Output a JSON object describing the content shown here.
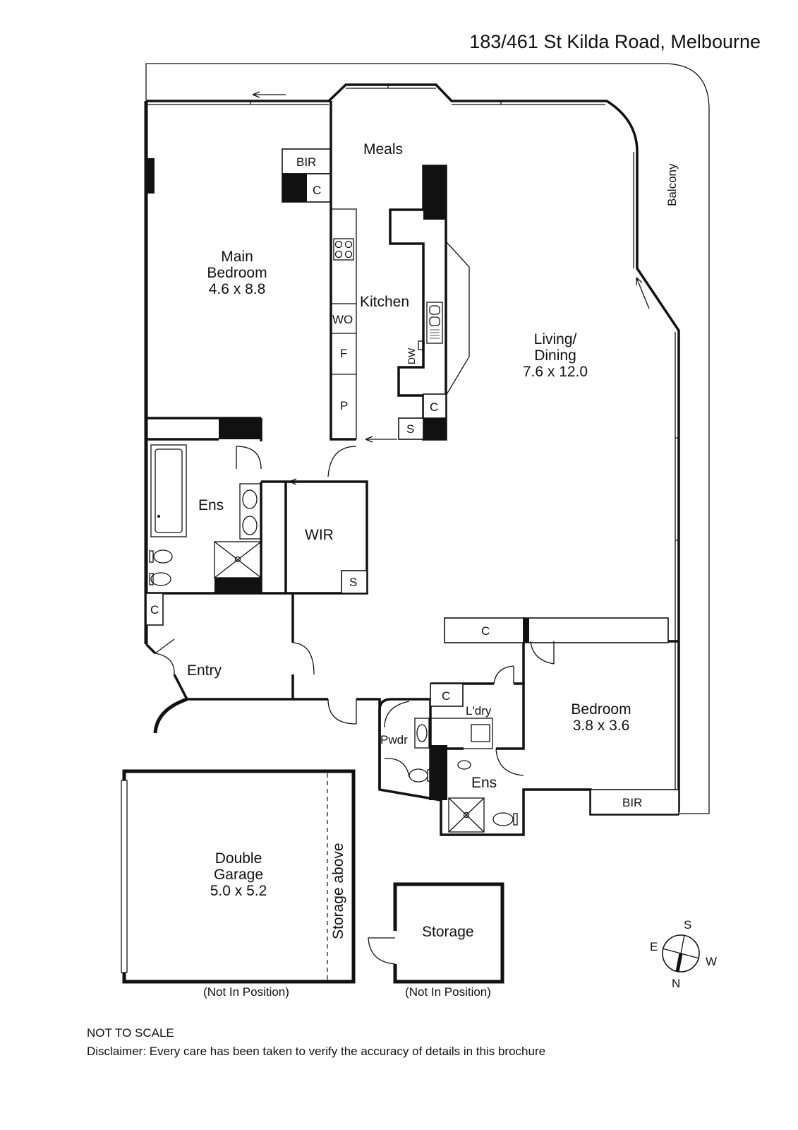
{
  "title": "183/461 St Kilda Road, Melbourne",
  "rooms": {
    "meals": "Meals",
    "main_bedroom": [
      "Main",
      "Bedroom",
      "4.6 x 8.8"
    ],
    "kitchen": "Kitchen",
    "living_dining": [
      "Living/",
      "Dining",
      "7.6 x 12.0"
    ],
    "balcony": "Balcony",
    "ensuite_main": "Ens",
    "wir": "WIR",
    "entry": "Entry",
    "bedroom2": [
      "Bedroom",
      "3.8 x 3.6"
    ],
    "laundry": "L'dry",
    "powder": "Pwdr",
    "ensuite_bed2": "Ens",
    "double_garage": [
      "Double",
      "Garage",
      "5.0 x 5.2"
    ],
    "storage_above": "Storage above",
    "storage": "Storage"
  },
  "fixtures": {
    "bir": "BIR",
    "c": "C",
    "wo": "WO",
    "f": "F",
    "p": "P",
    "dw": "DW",
    "s": "S"
  },
  "not_in_position": "(Not In Position)",
  "compass": {
    "s": "S",
    "e": "E",
    "w": "W",
    "n": "N"
  },
  "footer": {
    "scale": "NOT TO SCALE",
    "disclaimer": "Disclaimer: Every care has been taken to verify the accuracy of details in this brochure"
  }
}
